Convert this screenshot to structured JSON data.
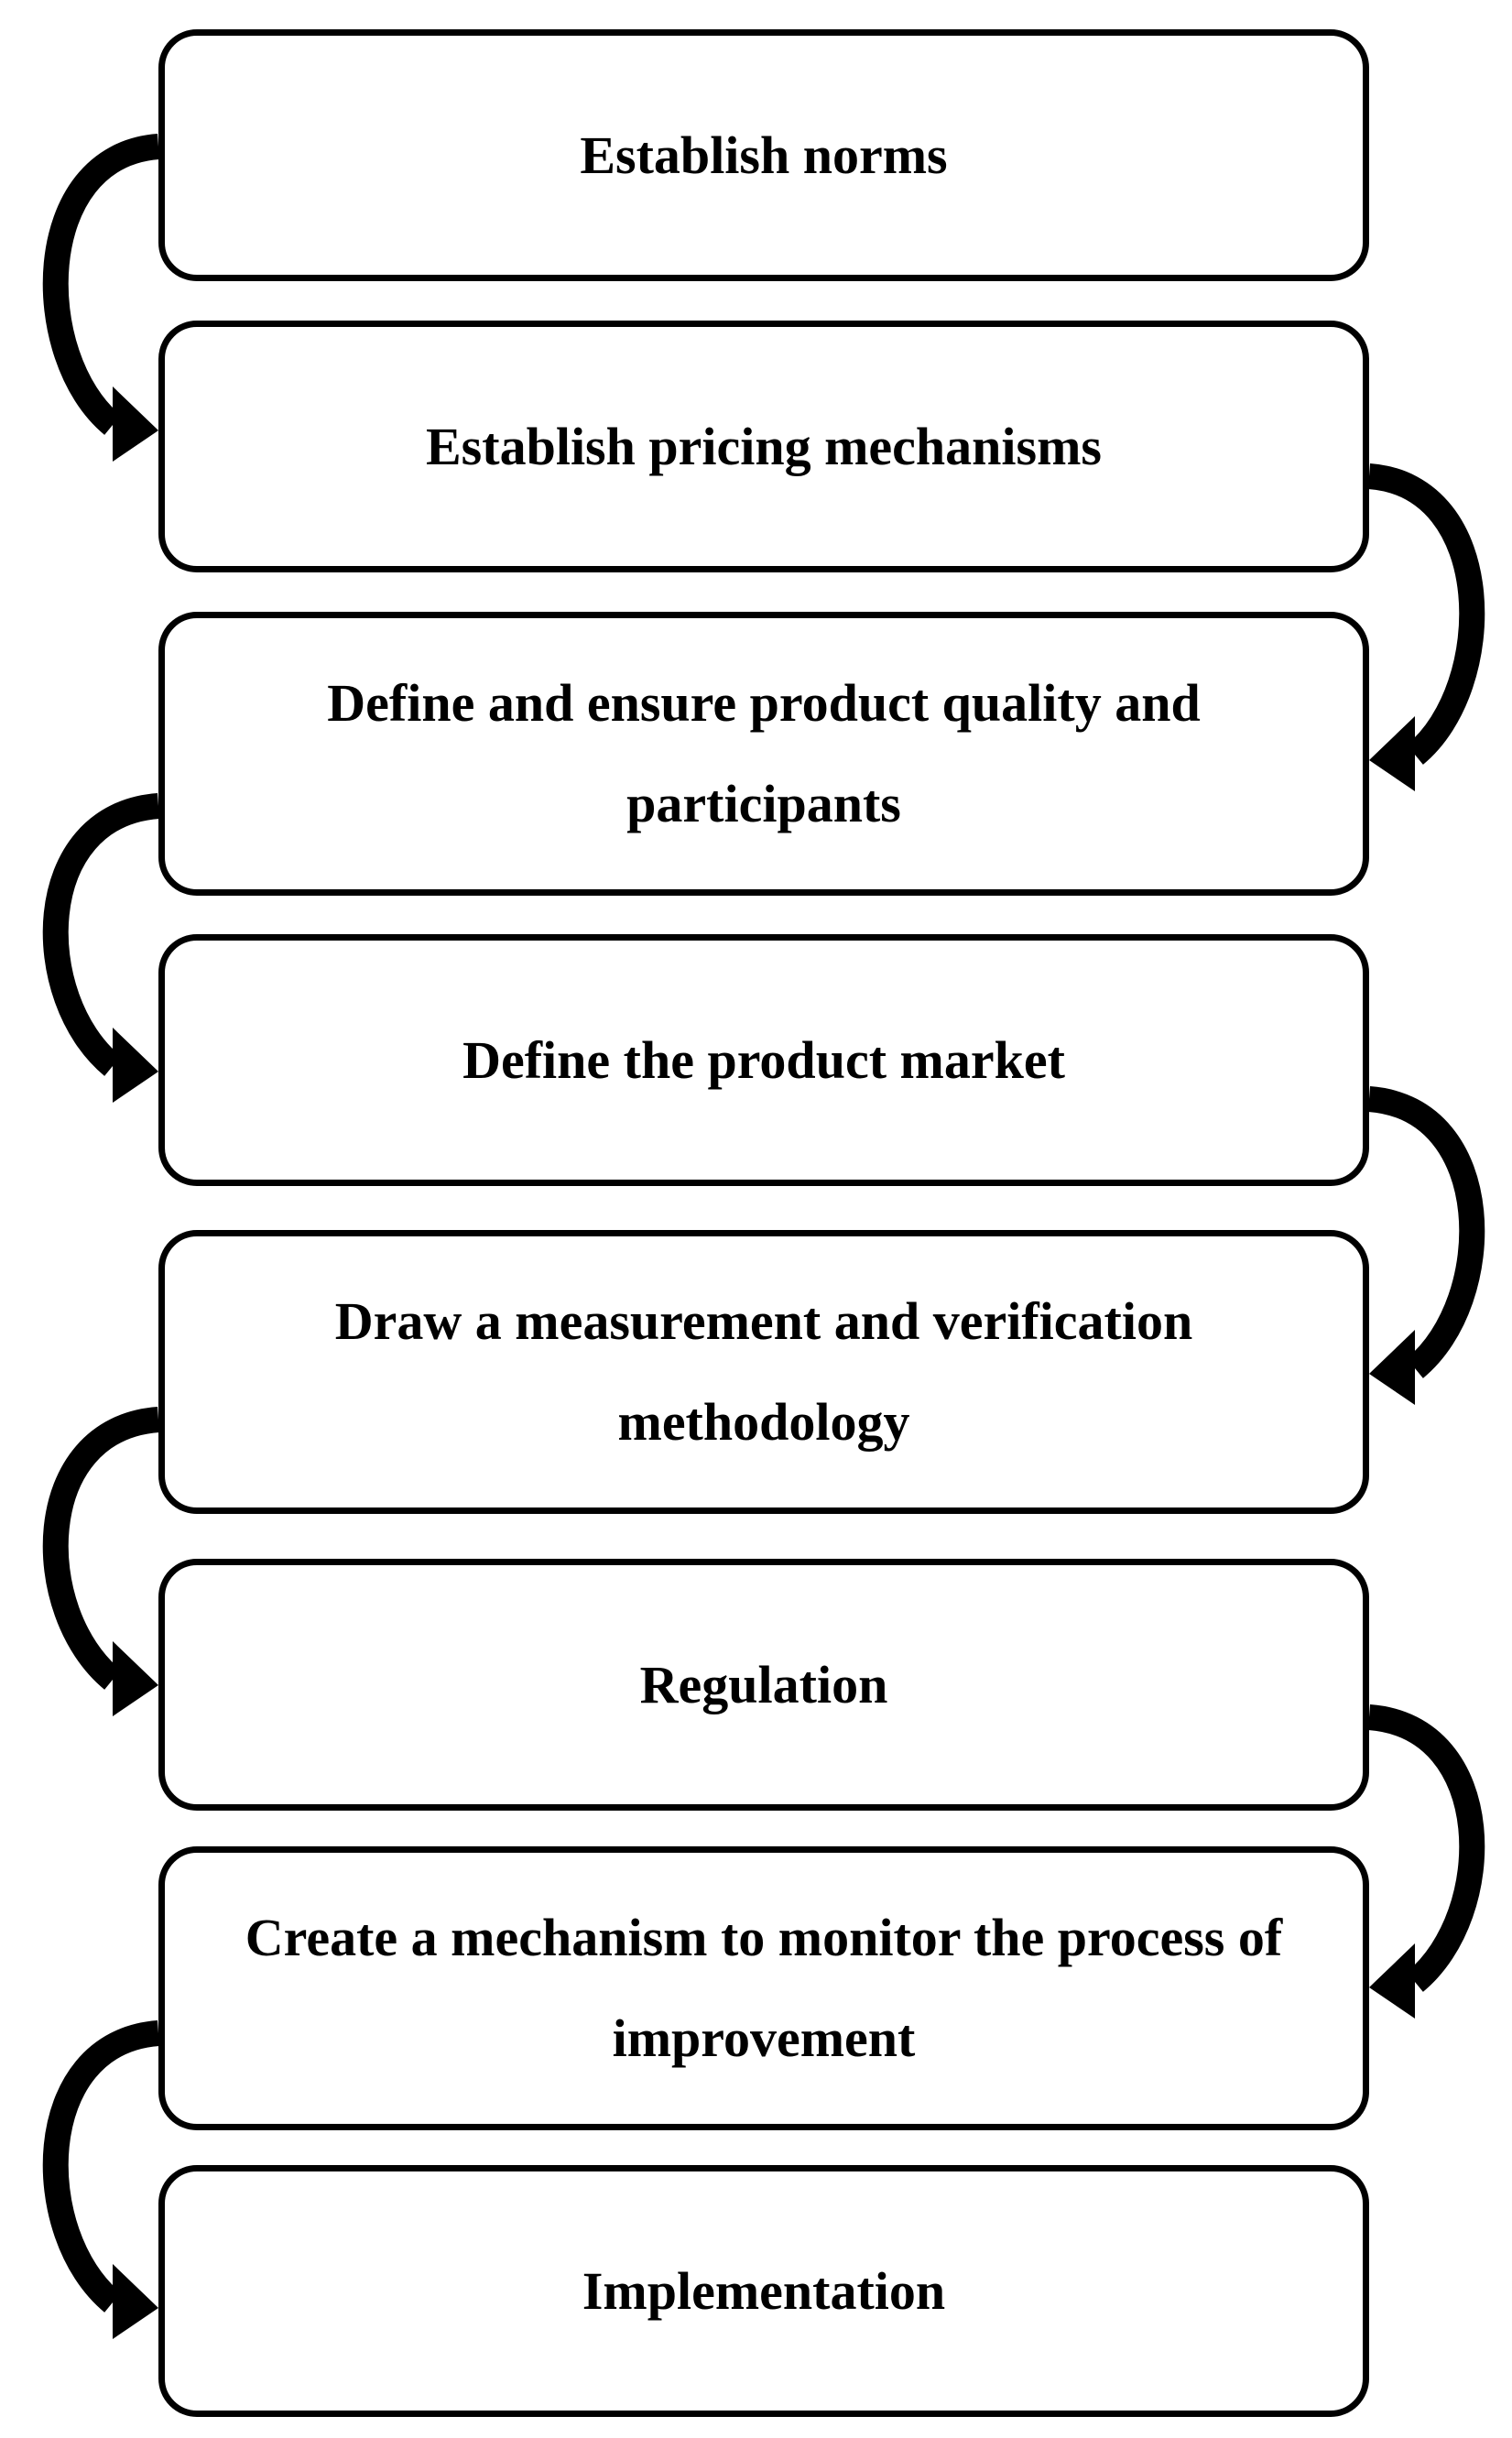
{
  "diagram": {
    "steps": [
      {
        "label": "Establish norms"
      },
      {
        "label": "Establish pricing mechanisms"
      },
      {
        "label": "Define and ensure product quality and participants"
      },
      {
        "label": "Define the product market"
      },
      {
        "label": "Draw a measurement and verification methodology"
      },
      {
        "label": "Regulation"
      },
      {
        "label": "Create a mechanism to monitor the process of improvement"
      },
      {
        "label": "Implementation"
      }
    ],
    "colors": {
      "stroke": "#000000",
      "fill": "#ffffff",
      "arrow": "#000000"
    }
  }
}
